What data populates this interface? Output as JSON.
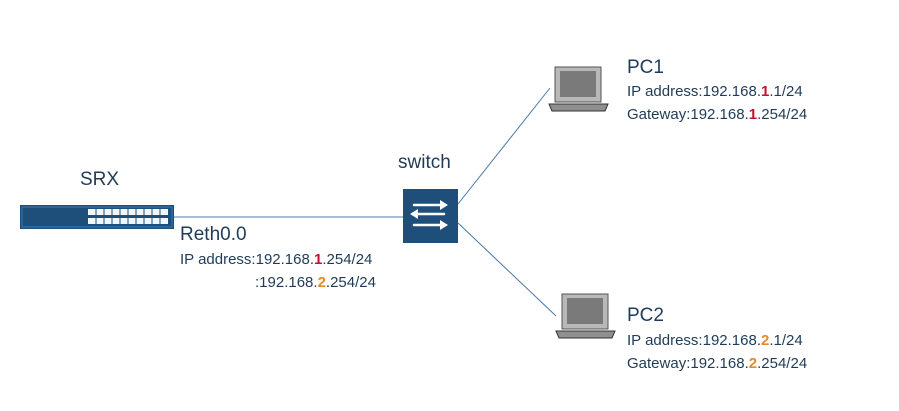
{
  "colors": {
    "device_blue": "#1e4f7a",
    "link_line": "#4a78a8",
    "text": "#1f3b57",
    "highlight_subnet_1": "#c8102e",
    "highlight_subnet_2": "#e6892b"
  },
  "srx": {
    "label": "SRX",
    "icon": "firewall-icon",
    "interface": "Reth0.0",
    "ip_line_1": {
      "prefix": "IP address:192.168.",
      "octet": "1",
      "suffix": ".254/24"
    },
    "ip_line_2": {
      "prefix": ":192.168.",
      "octet": "2",
      "suffix": ".254/24"
    }
  },
  "switch": {
    "label": "switch",
    "icon": "switch-icon"
  },
  "pc1": {
    "label": "PC1",
    "icon": "laptop-icon",
    "ip": {
      "prefix": "IP address:192.168.",
      "octet": "1",
      "suffix": ".1/24"
    },
    "gateway": {
      "prefix": "Gateway:192.168.",
      "octet": "1",
      "suffix": ".254/24"
    }
  },
  "pc2": {
    "label": "PC2",
    "icon": "laptop-icon",
    "ip": {
      "prefix": "IP address:192.168.",
      "octet": "2",
      "suffix": ".1/24"
    },
    "gateway": {
      "prefix": "Gateway:192.168.",
      "octet": "2",
      "suffix": ".254/24"
    }
  }
}
